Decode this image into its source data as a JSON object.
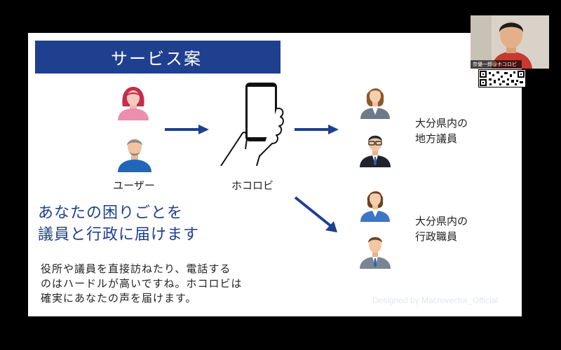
{
  "slide": {
    "title": "サービス案",
    "user_label": "ユーザー",
    "app_label": "ホコロビ",
    "group1_label": [
      "大分県内の",
      "地方議員"
    ],
    "group2_label": [
      "大分県内の",
      "行政職員"
    ],
    "headline": [
      "あなたの困りごとを",
      "議員と行政に届けます"
    ],
    "body": [
      "役所や議員を直接訪ねたり、電話する",
      "のはハードルが高いですね。ホコロビは",
      "確実にあなたの声を届けます。"
    ],
    "watermark": "Designed by Macrovector_Official",
    "colors": {
      "title_bg": "#1f3f8f",
      "arrow": "#1f3f8f",
      "headline": "#1f3f8f"
    }
  },
  "video": {
    "participant_name": "奈優一郎@ホコロビ"
  },
  "icons": [
    "woman-avatar-icon",
    "man-avatar-icon",
    "smartphone-icon",
    "arrow-right-icon",
    "arrow-down-right-icon",
    "female-official-icon",
    "male-official-icon",
    "qr-code-icon"
  ]
}
